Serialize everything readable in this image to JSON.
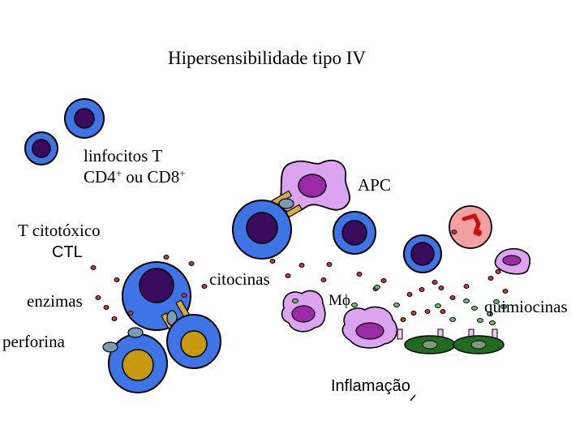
{
  "title": "Hipersensibilidade  tipo IV",
  "labels": {
    "lymphocytes_line1": "linfocitos T",
    "lymphocytes_line2_cd4": "CD4",
    "lymphocytes_line2_sup1": "+",
    "lymphocytes_line2_mid": " ou CD8",
    "lymphocytes_line2_sup2": "+",
    "apc": "APC",
    "t_cytotoxic": "T citotóxico",
    "ctl": "CTL",
    "cytokines": "citocinas",
    "enzymes": "enzimas",
    "macrophage": "Mϕ",
    "chemokines": "quimiocinas",
    "perforin": "perforina",
    "inflammation": "Inflamação"
  },
  "colors": {
    "lymphocyte_blue": "#3d74e6",
    "nucleus_purple": "#3a0a5c",
    "apc_lilac": "#dca4f0",
    "apc_nucleus": "#9b2aa6",
    "receptor_gold": "#d6ae3a",
    "granule_grey": "#7a9cb2",
    "target_gold": "#c9990d",
    "neutrophil_pink": "#f4a0a0",
    "endothelial_green": "#1f6e1f",
    "dot_red": "#c23a3a",
    "dot_green": "#6cbf6c"
  }
}
